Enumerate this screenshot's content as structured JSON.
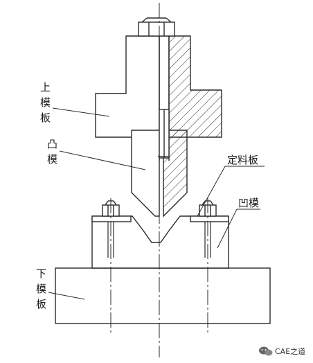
{
  "labels": {
    "upper_plate": [
      "上",
      "模",
      "板"
    ],
    "punch": [
      "凸",
      "模"
    ],
    "positioning_plate": "定料板",
    "die": "凹模",
    "lower_plate": [
      "下",
      "模",
      "板"
    ]
  },
  "watermark": {
    "icon": "wechat-icon",
    "text": "CAE之道"
  },
  "colors": {
    "line": "#2a2a2a",
    "background": "#ffffff"
  }
}
